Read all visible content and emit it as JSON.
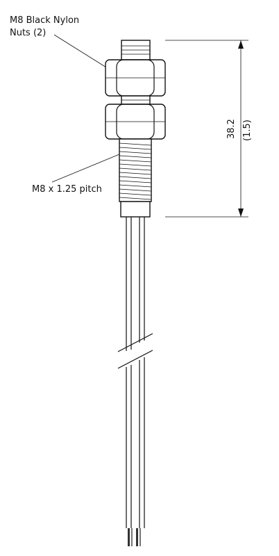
{
  "labels": {
    "nuts_line1": "M8 Black Nylon",
    "nuts_line2": "Nuts (2)",
    "thread": "M8 x 1.25 pitch",
    "dimension_mm": "38.2",
    "dimension_in": "(1.5)"
  }
}
